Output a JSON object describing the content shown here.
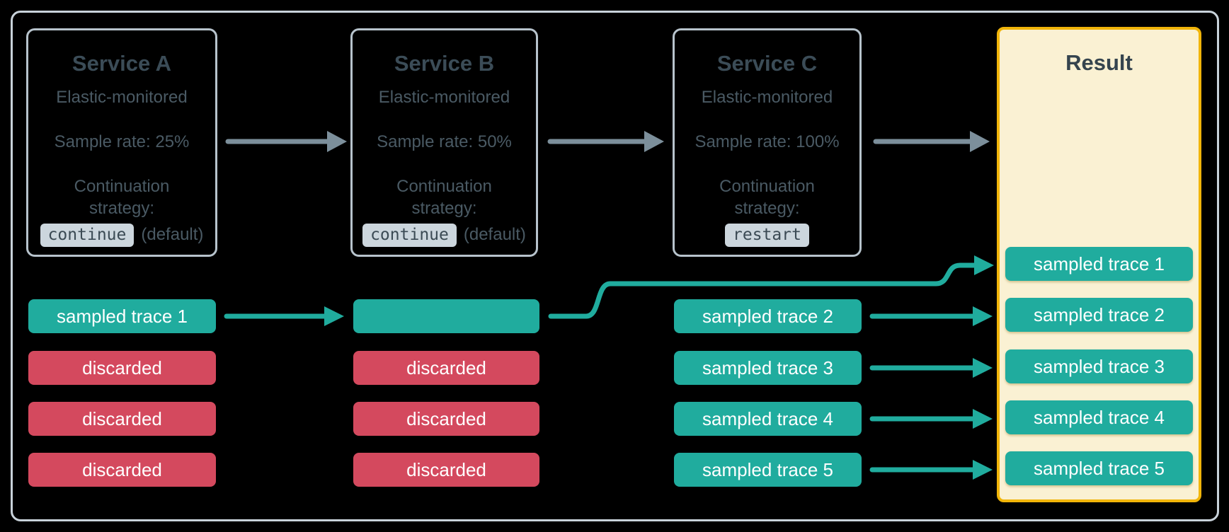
{
  "services": [
    {
      "title": "Service A",
      "subtitle": "Elastic-monitored",
      "sample_rate": "Sample rate: 25%",
      "strategy_line1": "Continuation",
      "strategy_line2": "strategy:",
      "strategy_code": "continue",
      "strategy_suffix": "(default)"
    },
    {
      "title": "Service B",
      "subtitle": "Elastic-monitored",
      "sample_rate": "Sample rate: 50%",
      "strategy_line1": "Continuation",
      "strategy_line2": "strategy:",
      "strategy_code": "continue",
      "strategy_suffix": "(default)"
    },
    {
      "title": "Service C",
      "subtitle": "Elastic-monitored",
      "sample_rate": "Sample rate: 100%",
      "strategy_line1": "Continuation",
      "strategy_line2": "strategy:",
      "strategy_code": "restart",
      "strategy_suffix": ""
    }
  ],
  "columns": {
    "a": [
      {
        "label": "sampled trace 1",
        "type": "sampled"
      },
      {
        "label": "discarded",
        "type": "discarded"
      },
      {
        "label": "discarded",
        "type": "discarded"
      },
      {
        "label": "discarded",
        "type": "discarded"
      }
    ],
    "b": [
      {
        "label": "",
        "type": "sampled"
      },
      {
        "label": "discarded",
        "type": "discarded"
      },
      {
        "label": "discarded",
        "type": "discarded"
      },
      {
        "label": "discarded",
        "type": "discarded"
      }
    ],
    "c": [
      {
        "label": "sampled trace 2",
        "type": "sampled"
      },
      {
        "label": "sampled trace 3",
        "type": "sampled"
      },
      {
        "label": "sampled trace 4",
        "type": "sampled"
      },
      {
        "label": "sampled trace 5",
        "type": "sampled"
      }
    ]
  },
  "result": {
    "title": "Result",
    "chips": [
      "sampled trace 1",
      "sampled trace 2",
      "sampled trace 3",
      "sampled trace 4",
      "sampled trace 5"
    ]
  },
  "colors": {
    "sampled_teal": "#20ac9e",
    "discarded_red": "#d4495e",
    "result_background": "#faf1d3",
    "result_border": "#f1b50a",
    "flow_arrow_gray": "#7c8f9b",
    "text_slate": "#3b4c57",
    "code_chip_background": "#ccd6dd",
    "service_box_border": "#b7c3cc",
    "outer_frame_border": "#c8d2da",
    "background": "#000000"
  }
}
